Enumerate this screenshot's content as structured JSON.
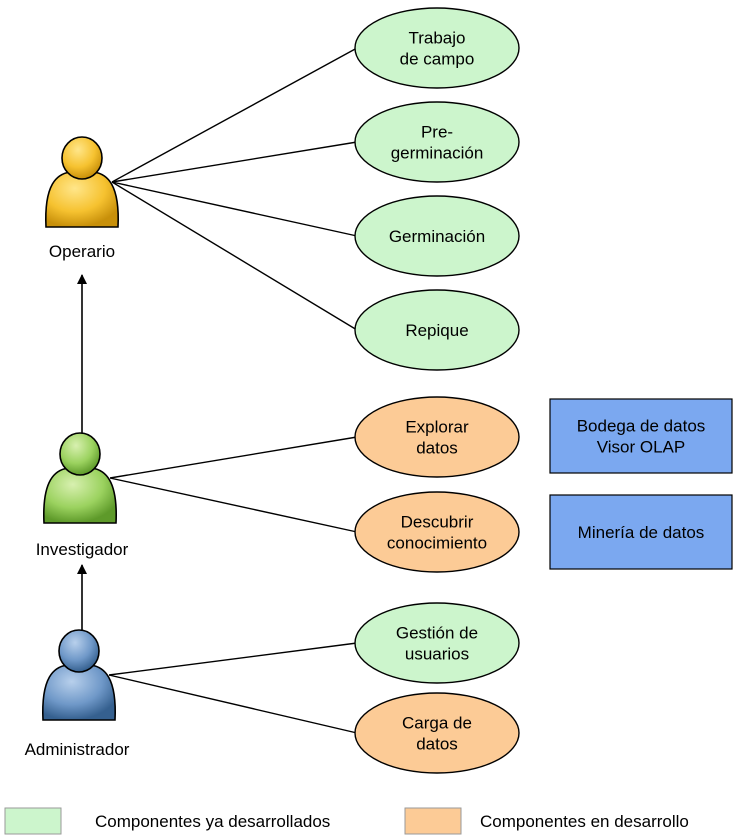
{
  "actors": [
    {
      "id": "operario",
      "label": "Operario",
      "colors": {
        "light": "#ffe68a",
        "mid": "#f6c230",
        "dark": "#c8900a"
      }
    },
    {
      "id": "investigador",
      "label": "Investigador",
      "colors": {
        "light": "#d8f0b0",
        "mid": "#9bd25f",
        "dark": "#5e9a2a"
      }
    },
    {
      "id": "administrador",
      "label": "Administrador",
      "colors": {
        "light": "#b8d0ec",
        "mid": "#6f98c8",
        "dark": "#35608f"
      }
    }
  ],
  "use_cases": [
    {
      "id": "trabajo-campo",
      "lines": [
        "Trabajo",
        "de campo"
      ],
      "status": "developed"
    },
    {
      "id": "pregerminacion",
      "lines": [
        "Pre-",
        "germinación"
      ],
      "status": "developed"
    },
    {
      "id": "germinacion",
      "lines": [
        "Germinación"
      ],
      "status": "developed"
    },
    {
      "id": "repique",
      "lines": [
        "Repique"
      ],
      "status": "developed"
    },
    {
      "id": "explorar-datos",
      "lines": [
        "Explorar",
        "datos"
      ],
      "status": "in_development"
    },
    {
      "id": "descubrir-conocimiento",
      "lines": [
        "Descubrir",
        "conocimiento"
      ],
      "status": "in_development"
    },
    {
      "id": "gestion-usuarios",
      "lines": [
        "Gestión de",
        "usuarios"
      ],
      "status": "developed"
    },
    {
      "id": "carga-datos",
      "lines": [
        "Carga de",
        "datos"
      ],
      "status": "in_development"
    }
  ],
  "components": [
    {
      "id": "bodega-olap",
      "lines": [
        "Bodega de datos",
        "Visor OLAP"
      ]
    },
    {
      "id": "mineria",
      "lines": [
        "Minería de datos"
      ]
    }
  ],
  "legend": [
    {
      "id": "developed",
      "label": "Componentes ya desarrollados"
    },
    {
      "id": "in_development",
      "label": "Componentes en desarrollo"
    }
  ],
  "colors": {
    "developed_fill": "#ccf5cc",
    "in_development_fill": "#fccb96",
    "component_fill": "#7ba8f0",
    "stroke": "#000000"
  }
}
